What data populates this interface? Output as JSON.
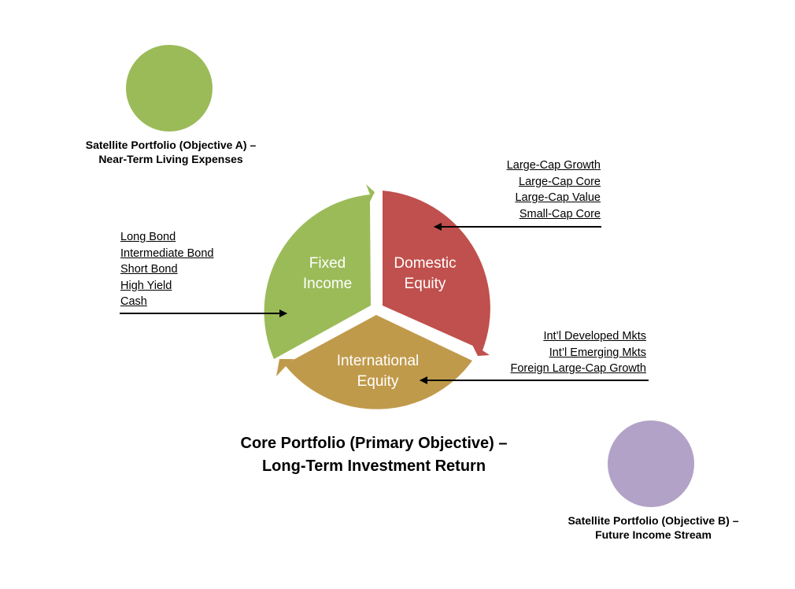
{
  "colors": {
    "green": "#9bbb59",
    "red": "#c0504d",
    "gold": "#c09a4b",
    "purple": "#b3a2c7"
  },
  "satellite_a": {
    "line1": "Satellite Portfolio (Objective A) –",
    "line2": "Near-Term Living Expenses"
  },
  "satellite_b": {
    "line1": "Satellite Portfolio  (Objective B) –",
    "line2": "Future Income Stream"
  },
  "core": {
    "line1": "Core Portfolio (Primary Objective) –",
    "line2": "Long-Term Investment Return"
  },
  "segments": {
    "fixed_income": {
      "line1": "Fixed",
      "line2": "Income"
    },
    "domestic_equity": {
      "line1": "Domestic",
      "line2": "Equity"
    },
    "international_equity": {
      "line1": "International",
      "line2": "Equity"
    }
  },
  "fixed_income_list": [
    "Long Bond",
    "Intermediate Bond",
    "Short Bond",
    "High Yield",
    "Cash"
  ],
  "domestic_list": [
    "Large-Cap Growth",
    "Large-Cap Core",
    "Large-Cap Value",
    "Small-Cap Core"
  ],
  "international_list": [
    "Int’l Developed Mkts",
    "Int’l Emerging Mkts",
    "Foreign Large-Cap Growth"
  ]
}
